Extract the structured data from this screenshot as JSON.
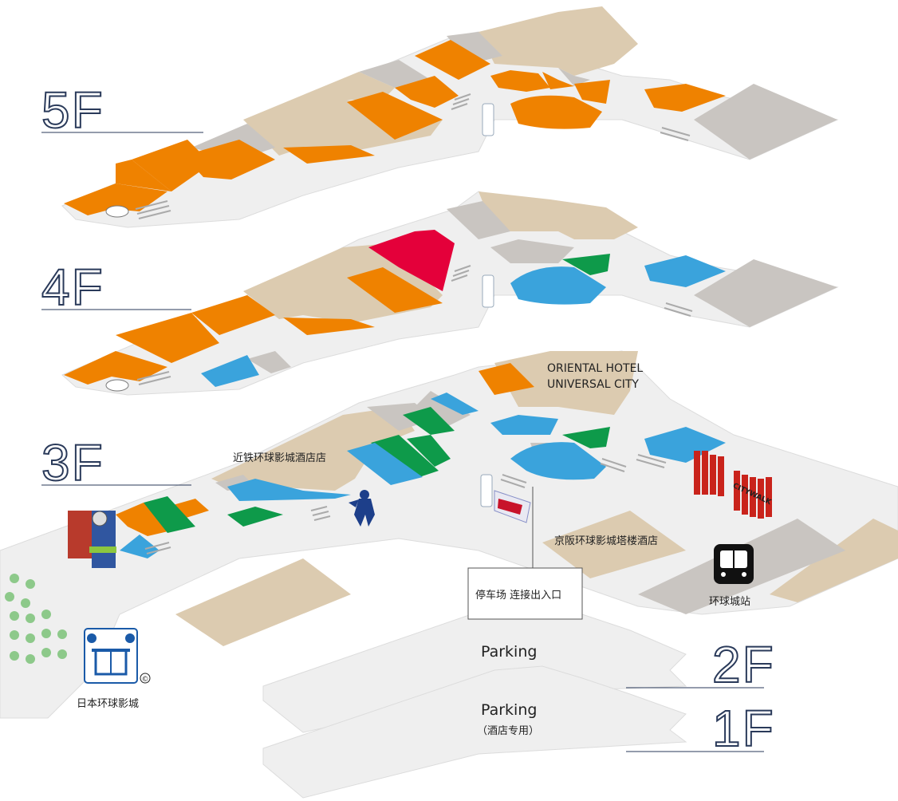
{
  "floors": {
    "f5": "5F",
    "f4": "4F",
    "f3": "3F",
    "f2": "2F",
    "f1": "1F"
  },
  "labels": {
    "oriental_line1": "ORIENTAL HOTEL",
    "oriental_line2": "UNIVERSAL CITY",
    "kintetsu": "近铁环球影城酒店店",
    "keihan": "京阪环球影城塔楼酒店",
    "parking_link": "停车场 连接出入口",
    "station": "环球城站",
    "usj": "日本环球影城",
    "parking_2f": "Parking",
    "parking_1f": "Parking",
    "parking_1f_sub": "（酒店专用）",
    "citywalk_sign": "CITYWALK",
    "copyright": "©"
  },
  "colors": {
    "orange": "#ef8200",
    "red": "#e4003a",
    "blue": "#3aa3dc",
    "green": "#0e9a4a",
    "beige": "#dccbb0",
    "gray": "#c9c5c1",
    "floor": "#efefef",
    "floor_edge": "#d6d6d6",
    "navy": "#2a3a5a",
    "tree": "#8dc98a"
  },
  "icons": [
    "train-icon",
    "usj-logo-icon",
    "spiderman-icon",
    "hard-rock-sign-icon",
    "citywalk-sign-icon",
    "escalator-icon",
    "elevator-icon"
  ]
}
